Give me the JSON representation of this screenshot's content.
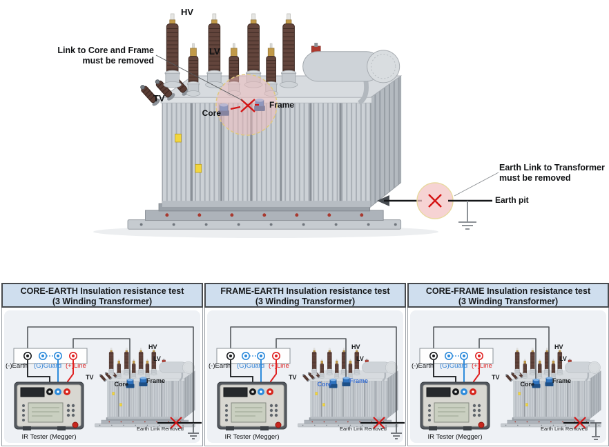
{
  "top": {
    "labels": {
      "hv": "HV",
      "lv": "LV",
      "tv": "TV",
      "core": "Core",
      "frame": "Frame",
      "earth_pit": "Earth pit"
    },
    "link_note": {
      "line1": "Link to Core and Frame",
      "line2": "must be removed"
    },
    "earth_note": {
      "line1": "Earth Link to Transformer",
      "line2": "must be removed"
    }
  },
  "panels": [
    {
      "title1": "CORE-EARTH Insulation resistance test",
      "title2": "(3 Winding Transformer)",
      "terminal_earth": "(-)Earth",
      "terminal_guard": "(G)Guard",
      "terminal_line": "(+)Line",
      "tv": "TV",
      "hv": "HV",
      "lv": "LV",
      "core": "Core",
      "frame": "Frame",
      "earth_removed": "Earth Link Removed",
      "tester": "IR Tester (Megger)"
    },
    {
      "title1": "FRAME-EARTH Insulation resistance test",
      "title2": "(3 Winding Transformer)",
      "terminal_earth": "(-)Earth",
      "terminal_guard": "(G)Guard",
      "terminal_line": "(+)Line",
      "tv": "TV",
      "hv": "HV",
      "lv": "LV",
      "core": "Core",
      "frame": "Frame",
      "earth_removed": "Earth Link Removed",
      "tester": "IR Tester (Megger)"
    },
    {
      "title1": "CORE-FRAME Insulation resistance test",
      "title2": "(3 Winding Transformer)",
      "terminal_earth": "(-)Earth",
      "terminal_guard": "(G)Guard",
      "terminal_line": "(+)Line",
      "tv": "TV",
      "hv": "HV",
      "lv": "LV",
      "core": "Core",
      "frame": "Frame",
      "earth_removed": "Earth Link Removed",
      "tester": "IR Tester (Megger)"
    }
  ],
  "colors": {
    "guard_blue": "#2d7fd4",
    "line_red": "#e02222",
    "x_red": "#d41414",
    "wire_dark": "#54585c",
    "header_bg": "#cfdeee",
    "highlight_pink": "#f2c9c9",
    "core_frame_label_blue": "#3a6fd0"
  }
}
